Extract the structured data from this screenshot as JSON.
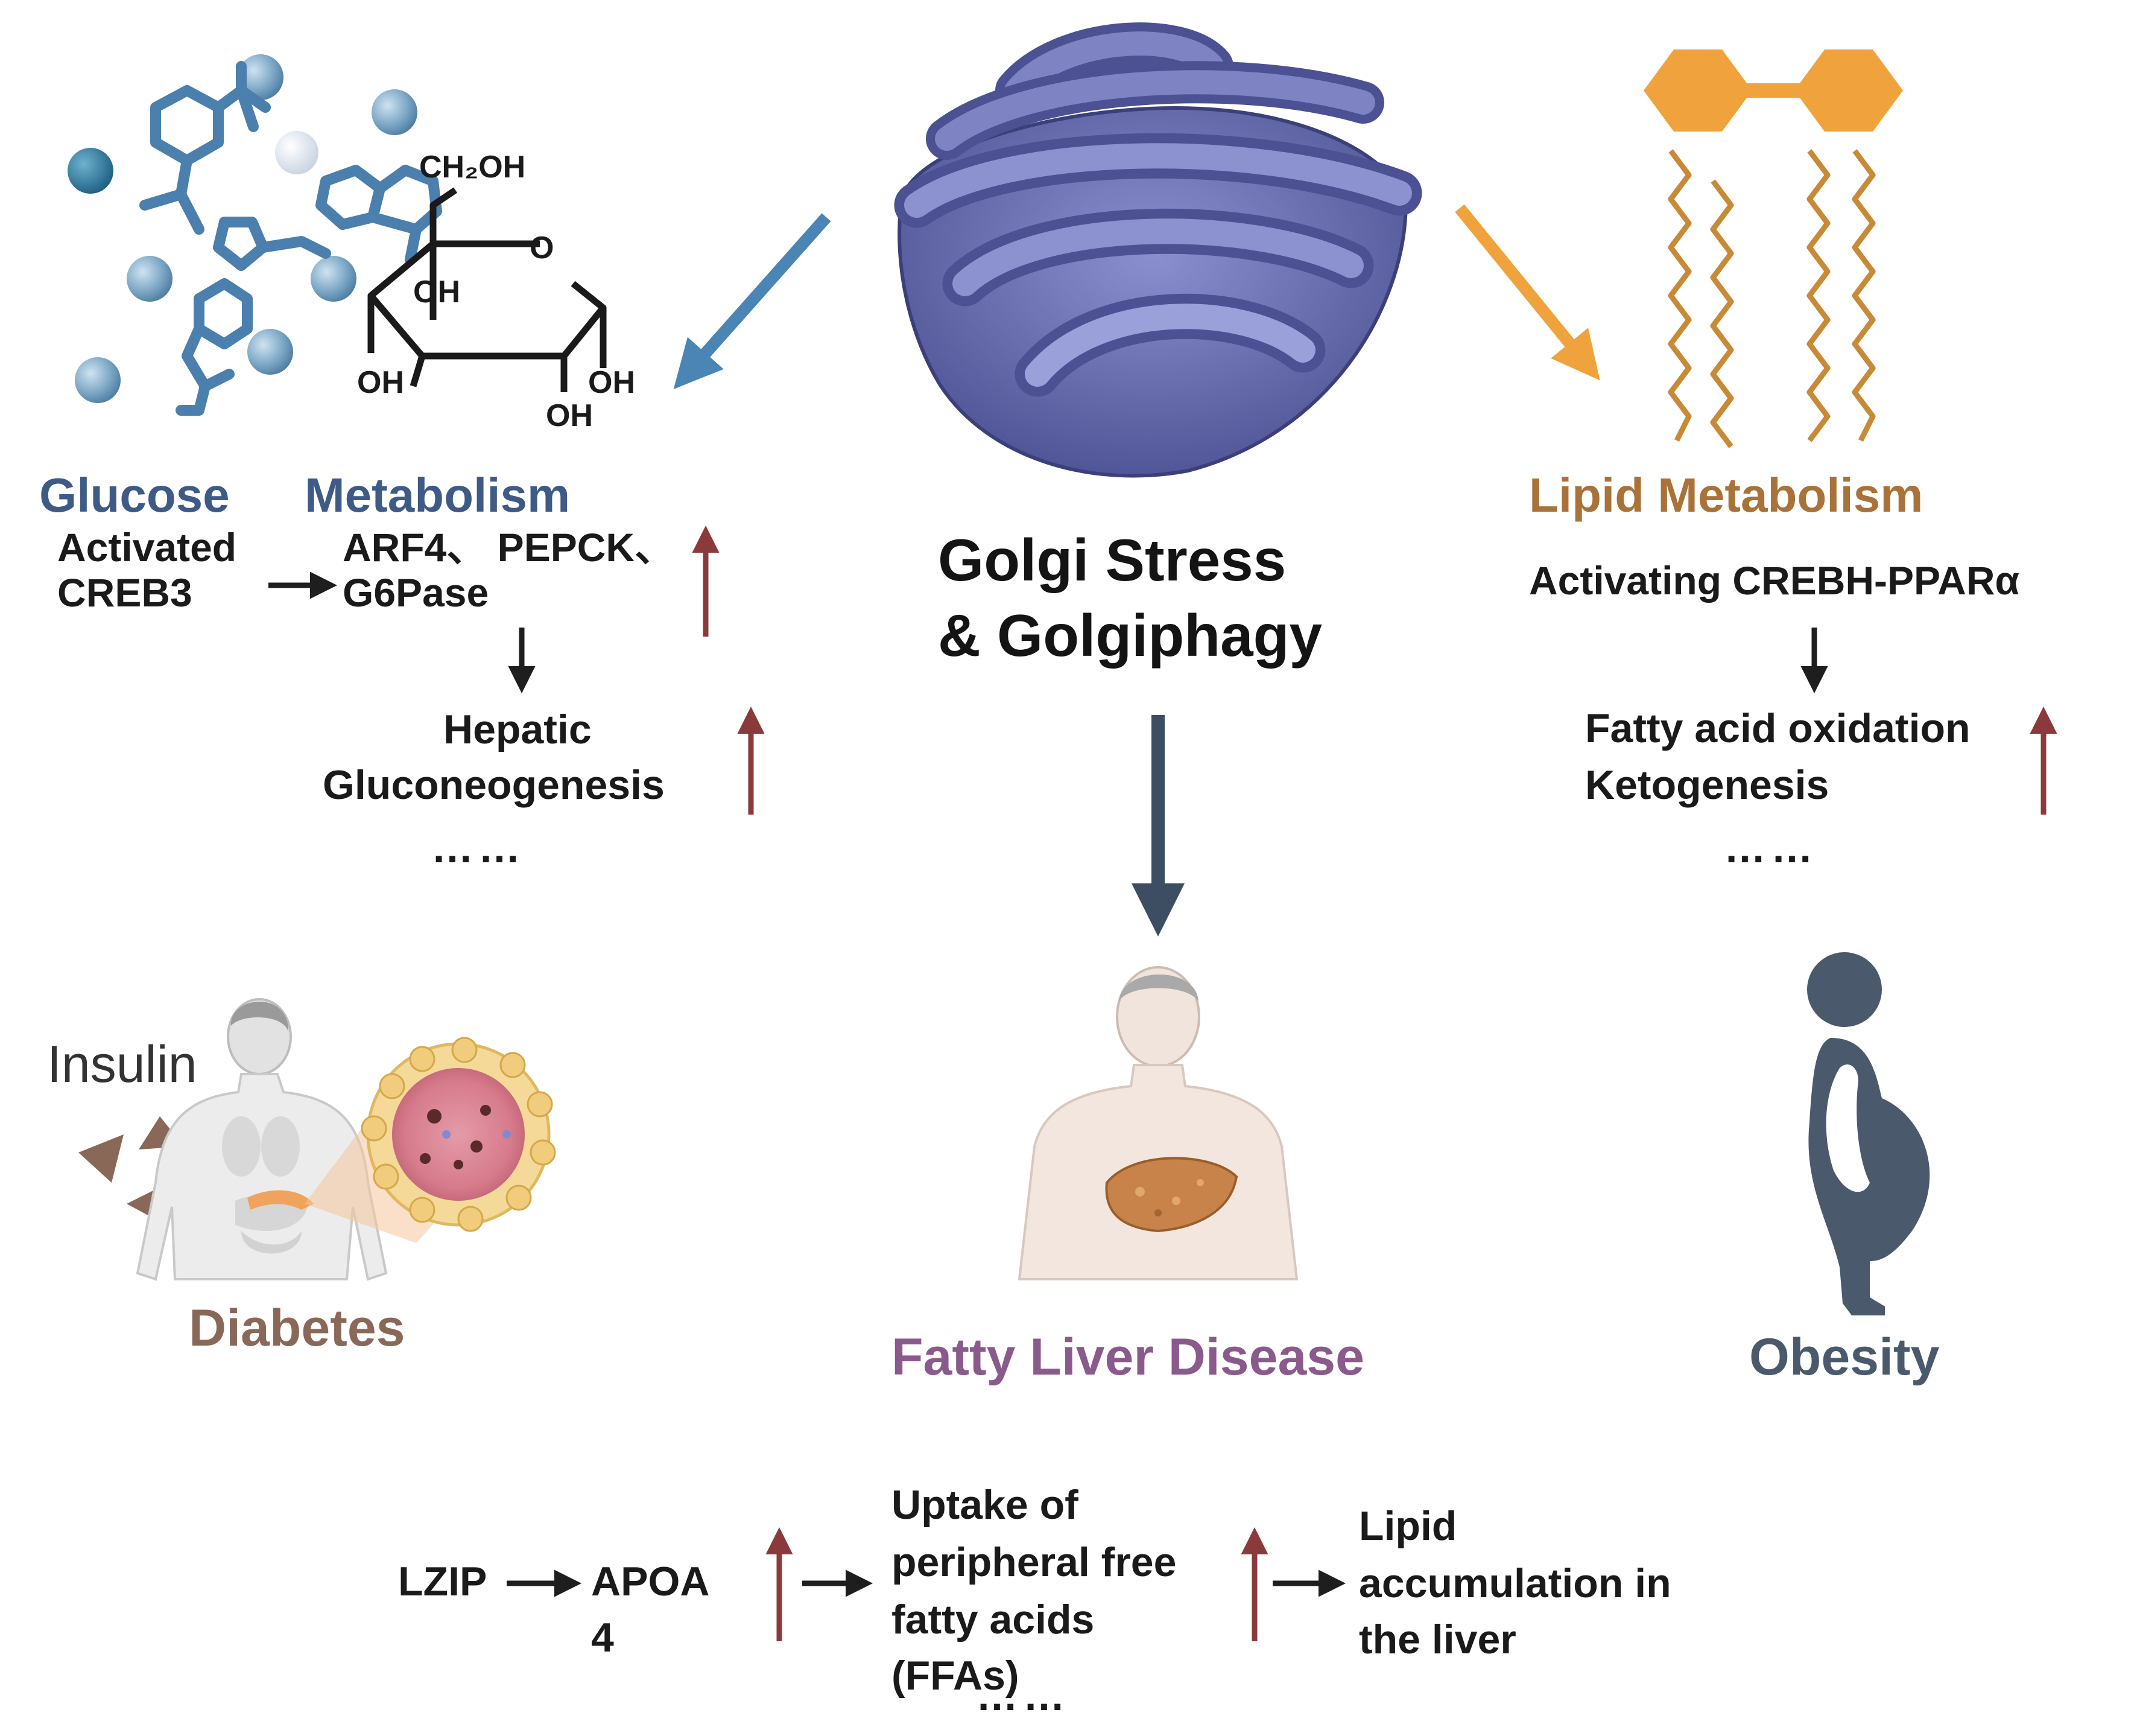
{
  "center": {
    "title_line1": "Golgi Stress",
    "title_line2": "& Golgiphagy"
  },
  "glucose": {
    "title_part1": "Glucose",
    "title_part2": "Metabolism",
    "activated_line1": "Activated",
    "activated_line2": "CREB3",
    "targets_line1": "ARF4、 PEPCK、",
    "targets_line2": "G6Pase",
    "outcome_line1": "Hepatic",
    "outcome_line2": "Gluconeogenesis",
    "ellipsis": "……",
    "chem": {
      "ch2oh": "CH₂OH",
      "ring_o": "O",
      "oh_inner": "OH",
      "oh_left": "OH",
      "oh_bottom": "OH",
      "oh_right": "OH"
    }
  },
  "lipid": {
    "title": "Lipid Metabolism",
    "activating": "Activating CREBH-PPARα",
    "outcome_line1": "Fatty acid oxidation",
    "outcome_line2": "Ketogenesis",
    "ellipsis": "……"
  },
  "diseases": {
    "diabetes": "Diabetes",
    "insulin": "Insulin",
    "fatty_liver": "Fatty Liver Disease",
    "obesity": "Obesity"
  },
  "pathway": {
    "lzip": "LZIP",
    "apoa_line1": "APOA",
    "apoa_line2": "4",
    "uptake_lines": [
      "Uptake of",
      "peripheral free",
      "fatty acids",
      "(FFAs)"
    ],
    "ellipsis": "……",
    "result_lines": [
      "Lipid",
      "accumulation in",
      "the liver"
    ]
  },
  "colors": {
    "glucose_blue": "#3e5a86",
    "lipid_orange": "#a87239",
    "fatty_liver_purple": "#8b5a8c",
    "obesity_slate": "#4a5a6c",
    "diabetes_brown": "#8a6858",
    "up_arrow_red": "#8a3a3a",
    "golgi_purple": "#5c63a3",
    "blue_arrow": "#4a85b5",
    "orange_arrow": "#f0a33c"
  }
}
